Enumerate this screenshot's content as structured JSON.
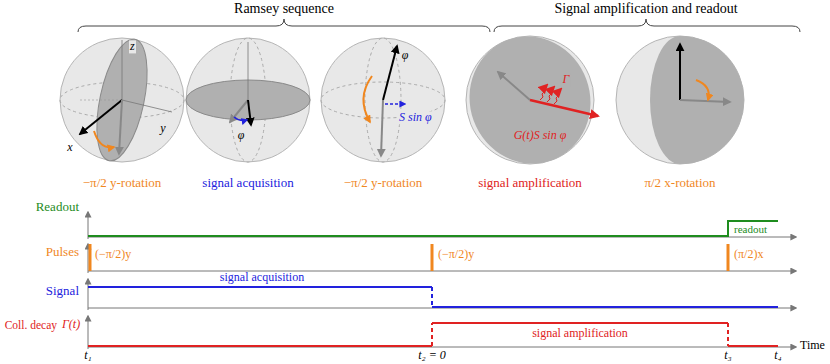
{
  "diagram": {
    "labels": [
      "Ramsey sequence",
      "Signal amplification and readout",
      "z",
      "x",
      "y",
      "φ",
      "φ",
      "S sin φ",
      "Γ",
      "G(t)S sin φ",
      "−π/2 y-rotation",
      "signal acquisition",
      "−π/2 y-rotation",
      "signal amplification",
      "π/2 x-rotation",
      "Readout",
      "readout",
      "Pulses",
      "(−π/2)y",
      "(−π/2)y",
      "(π/2)x",
      "Signal",
      "signal acquisition",
      "Coll. decay",
      "Γ(t)",
      "signal amplification",
      "t₁",
      "t₂ = 0",
      "t₃",
      "t₄",
      "Time"
    ]
  }
}
